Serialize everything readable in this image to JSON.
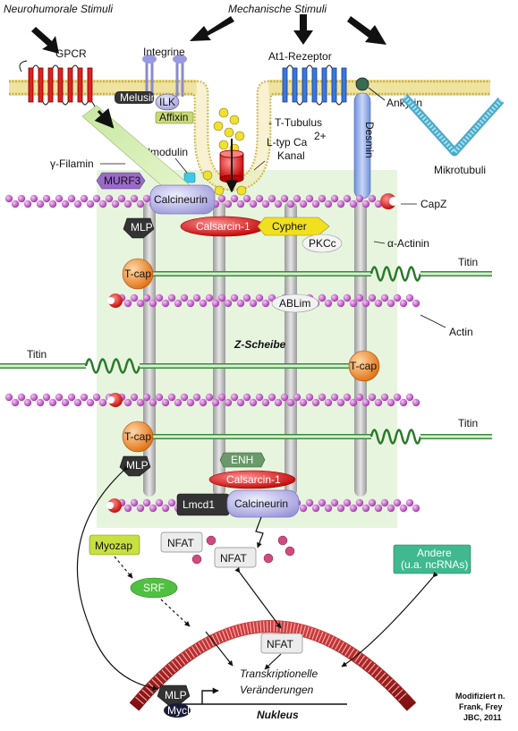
{
  "stimuli": {
    "neurohumoral": "Neurohumorale Stimuli",
    "mechanical": "Mechanische Stimuli"
  },
  "membrane": {
    "gpcr": "GPCR",
    "integrine": "Integrine",
    "at1": "At1-Rezeptor",
    "melusin": "Melusin",
    "ilk": "ILK",
    "affixin": "Affixin",
    "t_tubulus": "- T-Tubulus",
    "l_type_1": "L-typ Ca",
    "l_type_sup": "2+",
    "l_type_2": "Kanal",
    "ankyrin": "Ankyrin",
    "desmin": "Desmin",
    "mikrotubuli": "Mikrotubuli",
    "calmodulin": "Calmodulin",
    "gamma_filamin": "γ-Filamin",
    "murf3": "MURF3",
    "ca_ion": "Ca"
  },
  "zdisc": {
    "calcineurin": "Calcineurin",
    "capz": "CapZ",
    "mlp": "MLP",
    "calsarcin": "Calsarcin-1",
    "cypher": "Cypher",
    "pkcc": "PKCc",
    "alpha_actinin": "α-Actinin",
    "titin": "Titin",
    "tcap": "T-cap",
    "ablim": "ABLim",
    "actin": "Actin",
    "z_scheibe": "Z-Scheibe",
    "enh": "ENH",
    "lmcd1": "Lmcd1"
  },
  "signaling": {
    "nfat": "NFAT",
    "myozap": "Myozap",
    "srf": "SRF",
    "andere_1": "Andere",
    "andere_2": "(u.a. ncRNAs)"
  },
  "nucleus": {
    "transkription_1": "Transkriptionelle",
    "transkription_2": "Veränderungen",
    "nukleus": "Nukleus",
    "mlp": "MLP",
    "mycd": "MycD"
  },
  "credit": {
    "line1": "Modifiziert n.",
    "line2": "Frank, Frey",
    "line3": "JBC, 2011"
  },
  "colors": {
    "membrane": "#e8d070",
    "actin_bead": "#c860c8",
    "zdisc_bg": "#e8f6e2",
    "calcineurin": "#b8b4e8",
    "calsarcin": "#e82828",
    "cypher": "#f0e020",
    "tcap": "#f09040",
    "gpcr": "#e02020",
    "at1": "#3878e0",
    "desmin": "#7898e0",
    "mikrotubuli": "#60c0d8",
    "myozap": "#c8e040",
    "srf": "#50c040",
    "andere": "#40b890",
    "nucleus": "#a82020"
  }
}
